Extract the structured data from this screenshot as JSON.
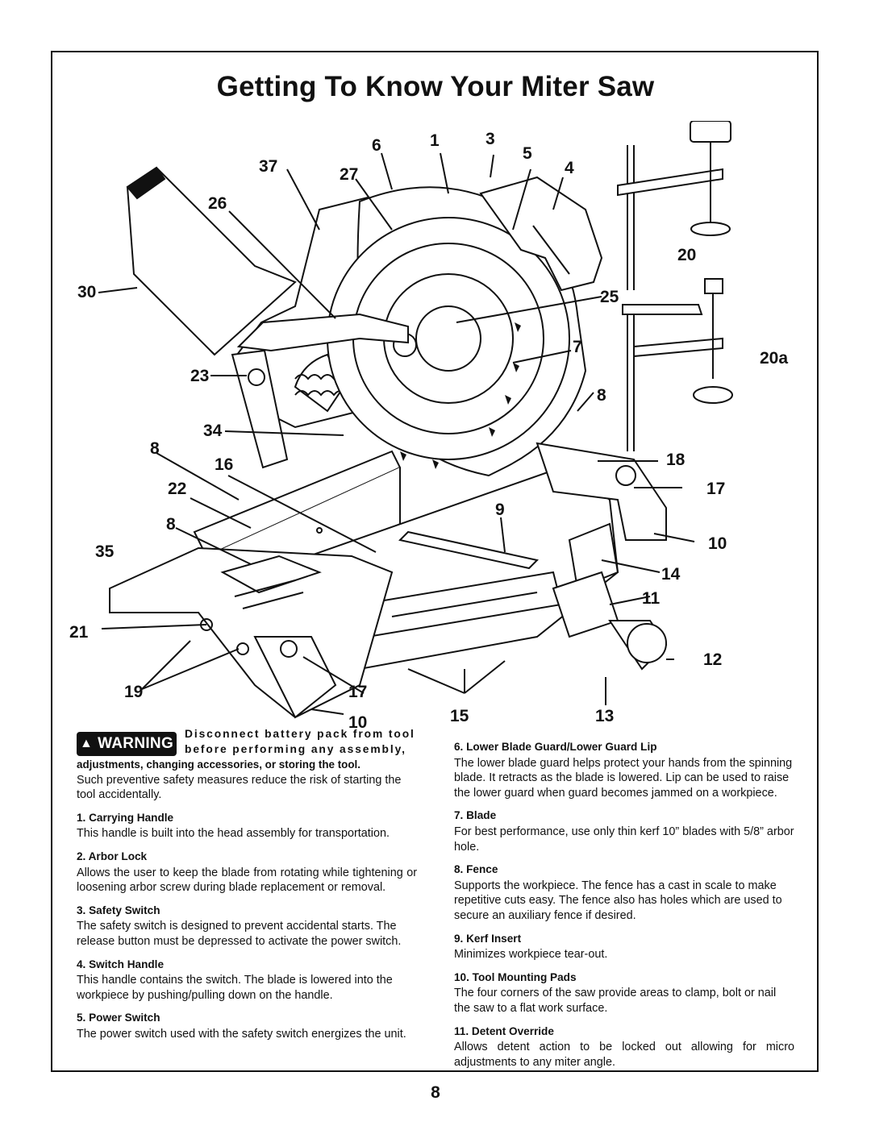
{
  "title": "Getting To Know Your Miter Saw",
  "page_number": "8",
  "callouts": {
    "c6": "6",
    "c1": "1",
    "c3": "3",
    "c5": "5",
    "c37": "37",
    "c27": "27",
    "c4": "4",
    "c26": "26",
    "c20": "20",
    "c30": "30",
    "c25": "25",
    "c7": "7",
    "c20a": "20a",
    "c23": "23",
    "c8a": "8",
    "c34": "34",
    "c8b": "8",
    "c16": "16",
    "c18": "18",
    "c22": "22",
    "c17a": "17",
    "c9": "9",
    "c8c": "8",
    "c35": "35",
    "c10a": "10",
    "c14": "14",
    "c11": "11",
    "c21": "21",
    "c12": "12",
    "c19": "19",
    "c17b": "17",
    "c15": "15",
    "c13": "13",
    "c10b": "10"
  },
  "warning": {
    "badge": "WARNING",
    "line1": "Disconnect battery pack from tool before performing any assembly,",
    "line2": "adjustments, changing accessories, or storing the tool.",
    "body": "Such preventive safety measures reduce the risk of starting the tool accidentally."
  },
  "items": [
    {
      "heading": "1.  Carrying Handle",
      "text": "This handle is built into the head assembly for transportation."
    },
    {
      "heading": "2.  Arbor Lock",
      "text": "Allows the user to keep the blade from rotating while tightening or loosening arbor screw during blade replacement or removal."
    },
    {
      "heading": "3.  Safety Switch",
      "text": "The safety switch is designed to prevent accidental starts. The release button must be depressed to activate the power switch."
    },
    {
      "heading": "4.  Switch Handle",
      "text": "This handle contains the switch.  The blade is lowered into the workpiece by pushing/pulling down on the handle."
    },
    {
      "heading": "5.  Power Switch",
      "text": "The power switch used with the safety switch energizes the unit."
    },
    {
      "heading": "6.  Lower Blade Guard/Lower Guard Lip",
      "text": "The lower blade guard helps protect your hands from the spinning blade.  It retracts as the blade is lowered. Lip can be used to raise the lower guard when guard becomes jammed on a workpiece."
    },
    {
      "heading": "7.  Blade",
      "text": "For best performance, use only thin kerf 10” blades with 5/8” arbor hole."
    },
    {
      "heading": "8.  Fence",
      "text": "Supports the workpiece. The fence has a cast in scale to make repetitive cuts easy. The fence also has holes which are used to secure an auxiliary fence if desired."
    },
    {
      "heading": "9.  Kerf Insert",
      "text": "Minimizes workpiece tear-out."
    },
    {
      "heading": "10.  Tool Mounting Pads",
      "text": "The four corners of the saw provide areas to clamp, bolt or nail the saw to a flat work surface."
    },
    {
      "heading": "11.  Detent Override",
      "text": "Allows detent action to be locked out allowing for micro adjustments to any miter angle."
    }
  ]
}
